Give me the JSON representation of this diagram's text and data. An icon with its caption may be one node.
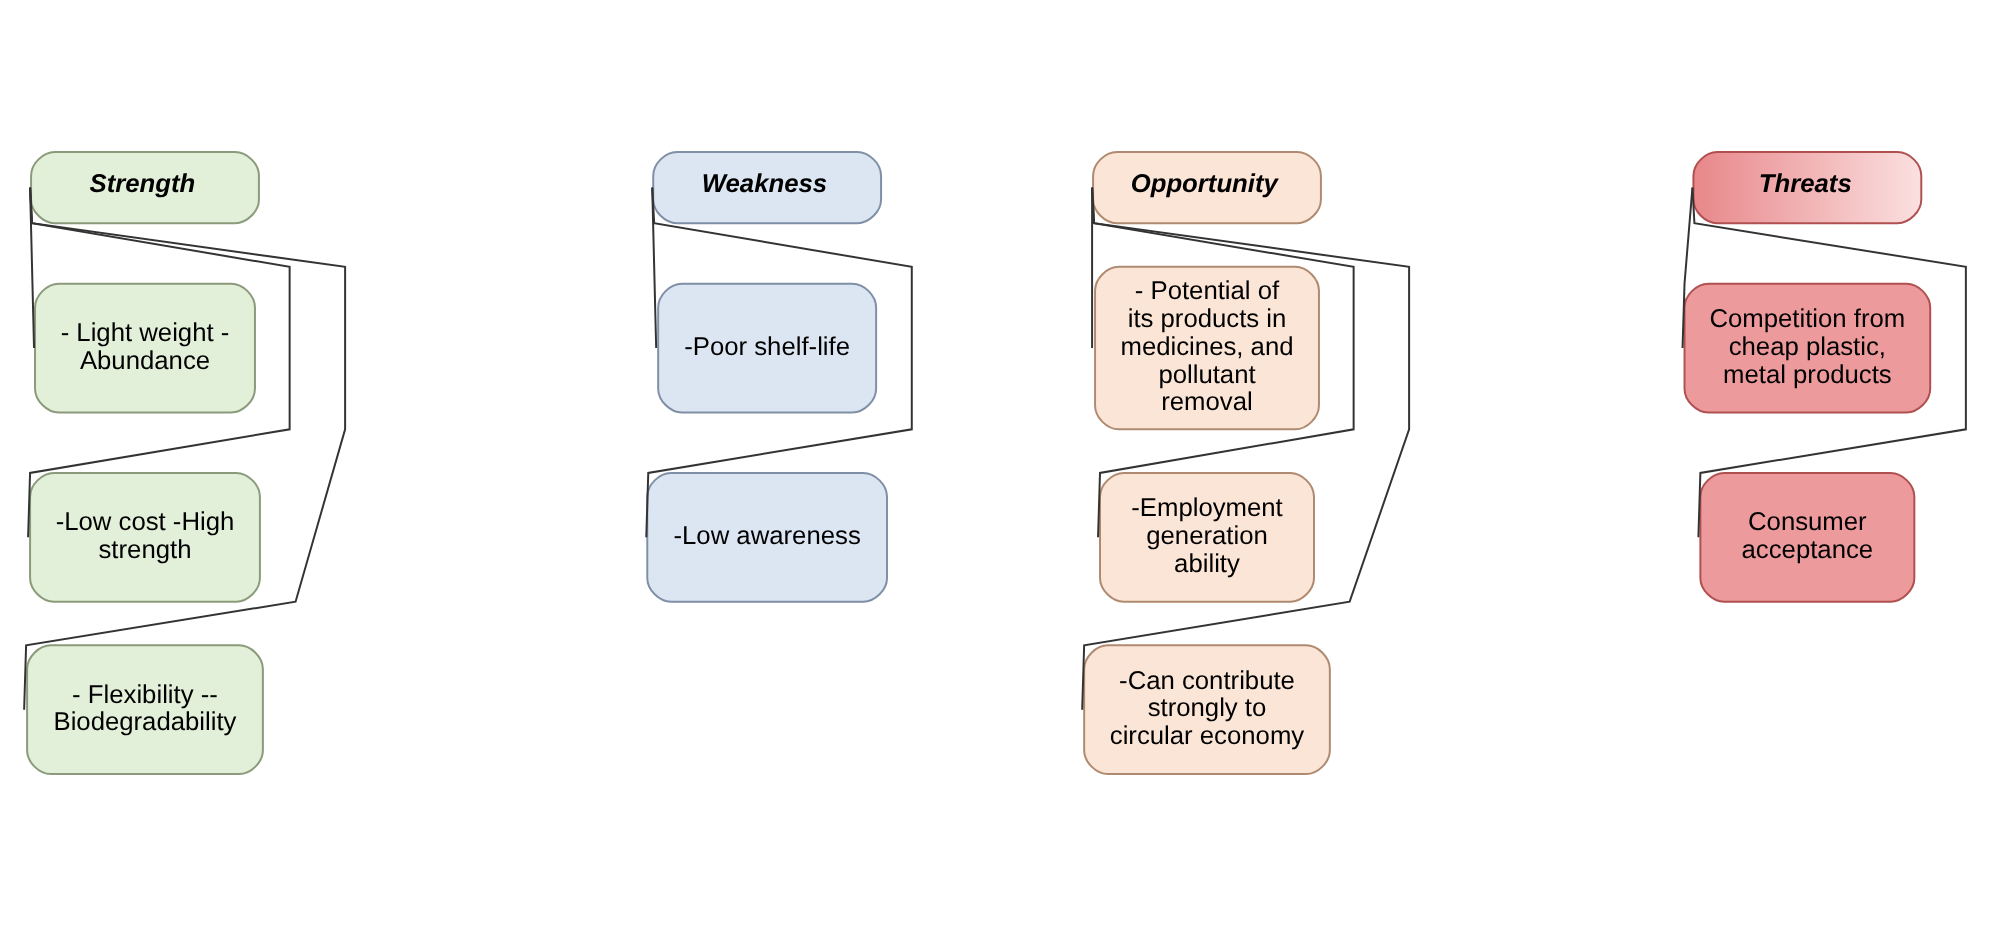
{
  "diagram": {
    "nodes": [
      {
        "text": [
          "Strength"
        ]
      },
      {
        "text": [
          "- Light weight - Abundance"
        ]
      },
      {
        "text": [
          "-Low cost -High strength"
        ]
      },
      {
        "text": [
          "- Flexibility --Biodegradability"
        ]
      },
      {
        "text": [
          "Weakness"
        ]
      },
      {
        "text": [
          "-Poor shelf-life"
        ]
      },
      {
        "text": [
          "-Low awareness"
        ]
      },
      {
        "text": [
          "Opportunity"
        ]
      },
      {
        "text": [
          "- Potential of its products in medicines, and pollutant removal"
        ]
      },
      {
        "text": [
          "-Employment generation ability"
        ]
      },
      {
        "text": [
          "-Can contribute strongly to circular economy"
        ]
      },
      {
        "text": [
          "Threats"
        ]
      },
      {
        "text": [
          "Competition from cheap plastic, metal products"
        ]
      },
      {
        "text": [
          "Consumer acceptance"
        ]
      }
    ],
    "edges": [
      {
        "from": 0,
        "to": 1,
        "arrow": "none"
      },
      {
        "from": 0,
        "to": 2,
        "arrow": "none"
      },
      {
        "from": 0,
        "to": 3,
        "arrow": "none"
      },
      {
        "from": 4,
        "to": 5,
        "arrow": "none"
      },
      {
        "from": 4,
        "to": 6,
        "arrow": "none"
      },
      {
        "from": 7,
        "to": 8,
        "arrow": "none"
      },
      {
        "from": 7,
        "to": 9,
        "arrow": "none"
      },
      {
        "from": 7,
        "to": 10,
        "arrow": "none"
      },
      {
        "from": 11,
        "to": 12,
        "arrow": "none"
      },
      {
        "from": 11,
        "to": 13,
        "arrow": "none"
      }
    ]
  }
}
